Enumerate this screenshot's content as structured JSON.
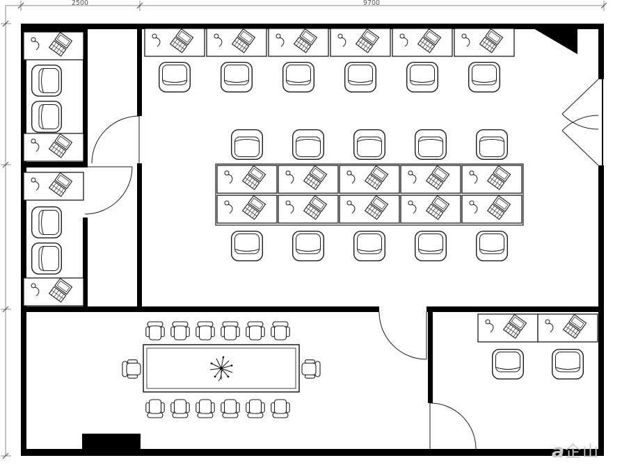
{
  "dimensions": {
    "top": {
      "left_label": "2500",
      "right_label": "9700"
    }
  },
  "watermark": {
    "logo": "a",
    "name": "企山"
  },
  "icons": {
    "workstation": "desk-with-computer-and-lamp",
    "armchair": "upholstered-armchair",
    "conference_chair": "office-chair-with-arms",
    "plant": "table-plant-centerpiece",
    "door": "door-swing-arc"
  }
}
